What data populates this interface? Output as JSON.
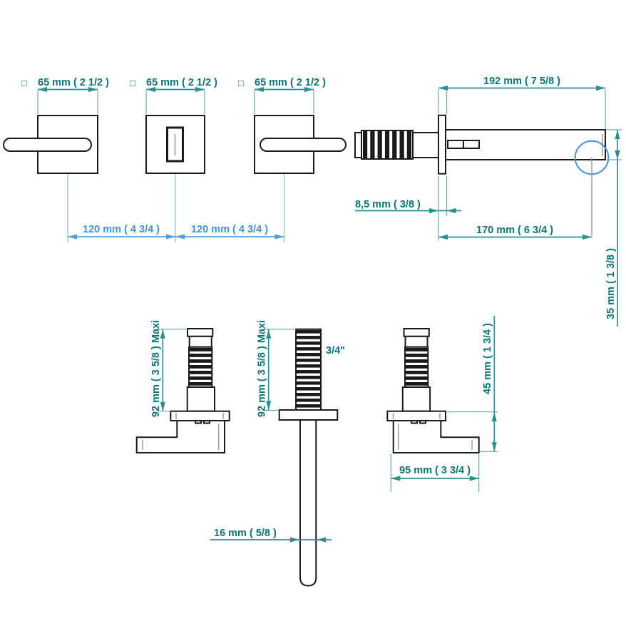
{
  "drawing": {
    "square_symbol": "□",
    "colors": {
      "dimension_teal": "#0c7474",
      "dimension_blue": "#3f93d2",
      "outline_black": "#1a1a1a",
      "outlet_circle_blue": "#4a90d8",
      "detail_gray": "#9a9a9a"
    },
    "front_view": {
      "plate_left_width": "65 mm ( 2 1/2 )",
      "plate_center_width": "65 mm ( 2 1/2 )",
      "plate_right_width": "65 mm ( 2 1/2 )",
      "spout_length": "192 mm ( 7 5/8 )",
      "spacing_left": "120 mm ( 4 3/4 )",
      "spacing_right": "120 mm ( 4 3/4 )",
      "flange_thickness": "8,5 mm ( 3/8 )",
      "spout_projection": "170 mm ( 6 3/4 )",
      "spout_height": "35 mm ( 1 3/8 )"
    },
    "side_view": {
      "valve_depth": "92 mm ( 3 5/8 ) Maxi",
      "spout_depth": "92 mm ( 3 5/8 ) Maxi",
      "thread_size": "3/4\"",
      "valve_height": "45 mm ( 1 3/4 )",
      "valve_width": "95 mm ( 3 3/4 )",
      "tube_diameter": "16 mm ( 5/8 )"
    }
  }
}
